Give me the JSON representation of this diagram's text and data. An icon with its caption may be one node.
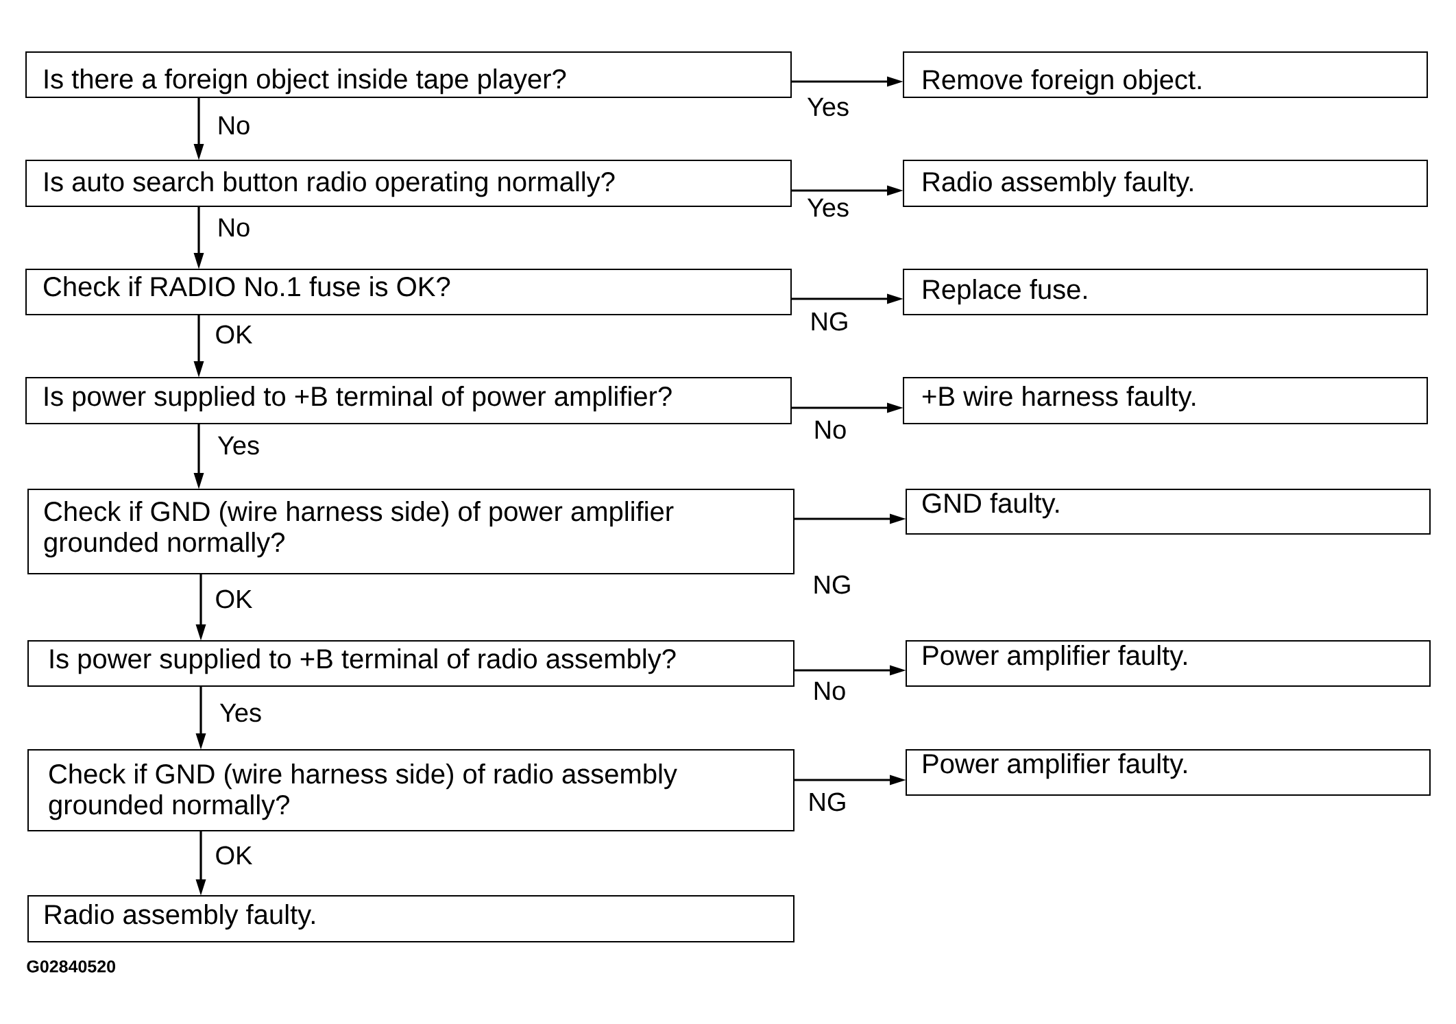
{
  "diagram": {
    "nodes": [
      {
        "text": [
          "Is there a foreign object inside tape player?"
        ]
      },
      {
        "text": [
          "Remove foreign object."
        ]
      },
      {
        "text": [
          "Is auto search button radio operating normally?"
        ]
      },
      {
        "text": [
          "Radio assembly faulty."
        ]
      },
      {
        "text": [
          "Check if RADIO No.1 fuse is OK?"
        ]
      },
      {
        "text": [
          "Replace fuse."
        ]
      },
      {
        "text": [
          "Is power supplied to +B terminal of power amplifier?"
        ]
      },
      {
        "text": [
          "+B wire harness faulty."
        ]
      },
      {
        "text": [
          "Check if GND (wire harness side) of power amplifier grounded normally?"
        ]
      },
      {
        "text": [
          "GND faulty."
        ]
      },
      {
        "text": [
          "Is power supplied to +B terminal of radio assembly?"
        ]
      },
      {
        "text": [
          "Power amplifier faulty."
        ]
      },
      {
        "text": [
          "Check if GND (wire harness side) of radio assembly grounded normally?"
        ]
      },
      {
        "text": [
          "Power amplifier faulty."
        ]
      },
      {
        "text": [
          "Radio assembly faulty."
        ]
      }
    ],
    "edges": [
      {
        "from": 0,
        "to": 1,
        "arrow": "to",
        "label": "Yes"
      },
      {
        "from": 0,
        "to": 2,
        "arrow": "to",
        "label": "No"
      },
      {
        "from": 2,
        "to": 3,
        "arrow": "to",
        "label": "Yes"
      },
      {
        "from": 2,
        "to": 4,
        "arrow": "to",
        "label": "No"
      },
      {
        "from": 4,
        "to": 5,
        "arrow": "to",
        "label": "NG"
      },
      {
        "from": 4,
        "to": 6,
        "arrow": "to",
        "label": "OK"
      },
      {
        "from": 6,
        "to": 7,
        "arrow": "to",
        "label": "No"
      },
      {
        "from": 6,
        "to": 8,
        "arrow": "to",
        "label": "Yes"
      },
      {
        "from": 8,
        "to": 9,
        "arrow": "to",
        "label": "NG"
      },
      {
        "from": 8,
        "to": 10,
        "arrow": "to",
        "label": "OK"
      },
      {
        "from": 10,
        "to": 11,
        "arrow": "to",
        "label": "No"
      },
      {
        "from": 10,
        "to": 12,
        "arrow": "to",
        "label": "Yes"
      },
      {
        "from": 12,
        "to": 13,
        "arrow": "to",
        "label": "NG"
      },
      {
        "from": 12,
        "to": 14,
        "arrow": "to",
        "label": "OK"
      }
    ],
    "labels": [
      "G02840520"
    ]
  }
}
